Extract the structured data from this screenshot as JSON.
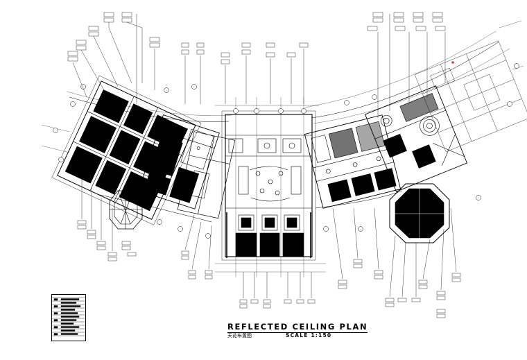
{
  "drawing": {
    "title": "REFLECTED CEILING PLAN",
    "subtitle_cn": "天花布置图",
    "scale_label": "SCALE  1:150"
  },
  "colors": {
    "ink": "#000000",
    "paper": "#ffffff",
    "accent": "#d04040"
  },
  "legend": {
    "rows": 12
  }
}
